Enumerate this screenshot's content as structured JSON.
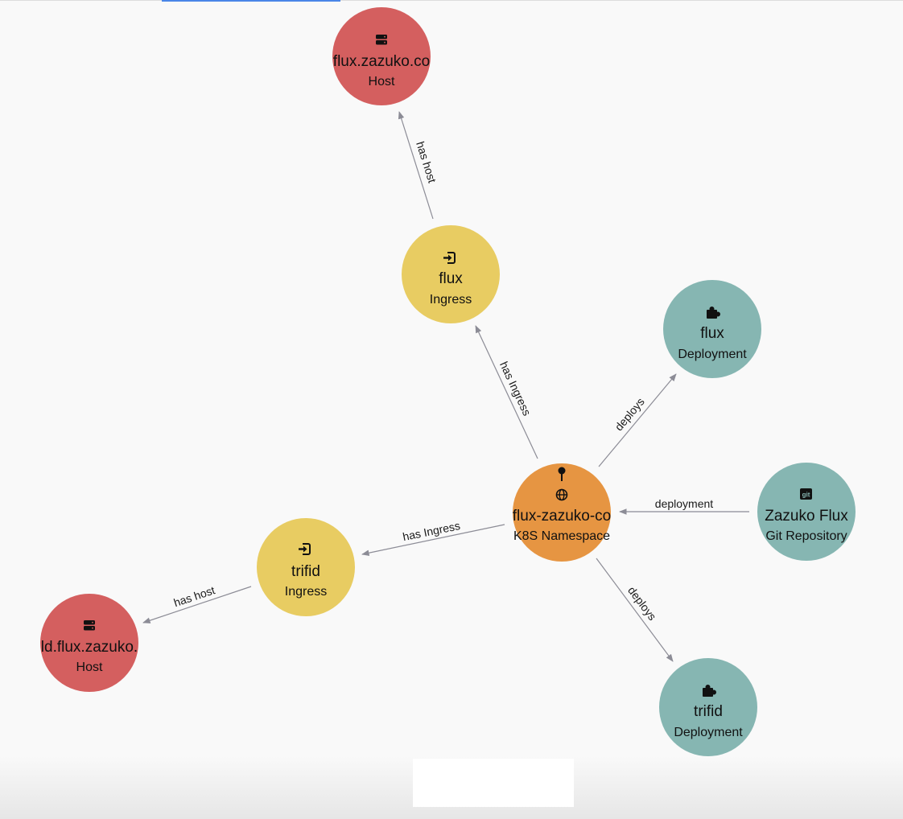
{
  "colors": {
    "host": "#d45f5f",
    "ingress": "#e8cc62",
    "deployment": "#86b6b2",
    "namespace": "#e69542",
    "git_repository": "#86b6b2",
    "edge": "#8c8c96",
    "background": "#f9f9f9"
  },
  "nodes": {
    "host_flux": {
      "name": "flux.zazuko.co",
      "type": "Host",
      "icon": "server-icon"
    },
    "ingress_flux": {
      "name": "flux",
      "type": "Ingress",
      "icon": "sign-in-icon"
    },
    "deployment_flux": {
      "name": "flux",
      "type": "Deployment",
      "icon": "puzzle-icon"
    },
    "namespace": {
      "name": "flux-zazuko-co",
      "type": "K8S Namespace",
      "icon": "globe-icon",
      "pin_icon": "pin-icon"
    },
    "git_repo": {
      "name": "Zazuko Flux",
      "type": "Git Repository",
      "icon": "git-icon",
      "icon_text": "git"
    },
    "ingress_trifid": {
      "name": "trifid",
      "type": "Ingress",
      "icon": "sign-in-icon"
    },
    "host_trifid": {
      "name": "ld.flux.zazuko.",
      "type": "Host",
      "icon": "server-icon"
    },
    "deployment_trifid": {
      "name": "trifid",
      "type": "Deployment",
      "icon": "puzzle-icon"
    }
  },
  "edges": {
    "ingress_flux_has_host": "has host",
    "namespace_has_ingress_flux": "has Ingress",
    "namespace_deploys_flux": "deploys",
    "git_deployment": "deployment",
    "namespace_has_ingress_trifid": "has Ingress",
    "ingress_trifid_has_host": "has host",
    "namespace_deploys_trifid": "deploys"
  }
}
